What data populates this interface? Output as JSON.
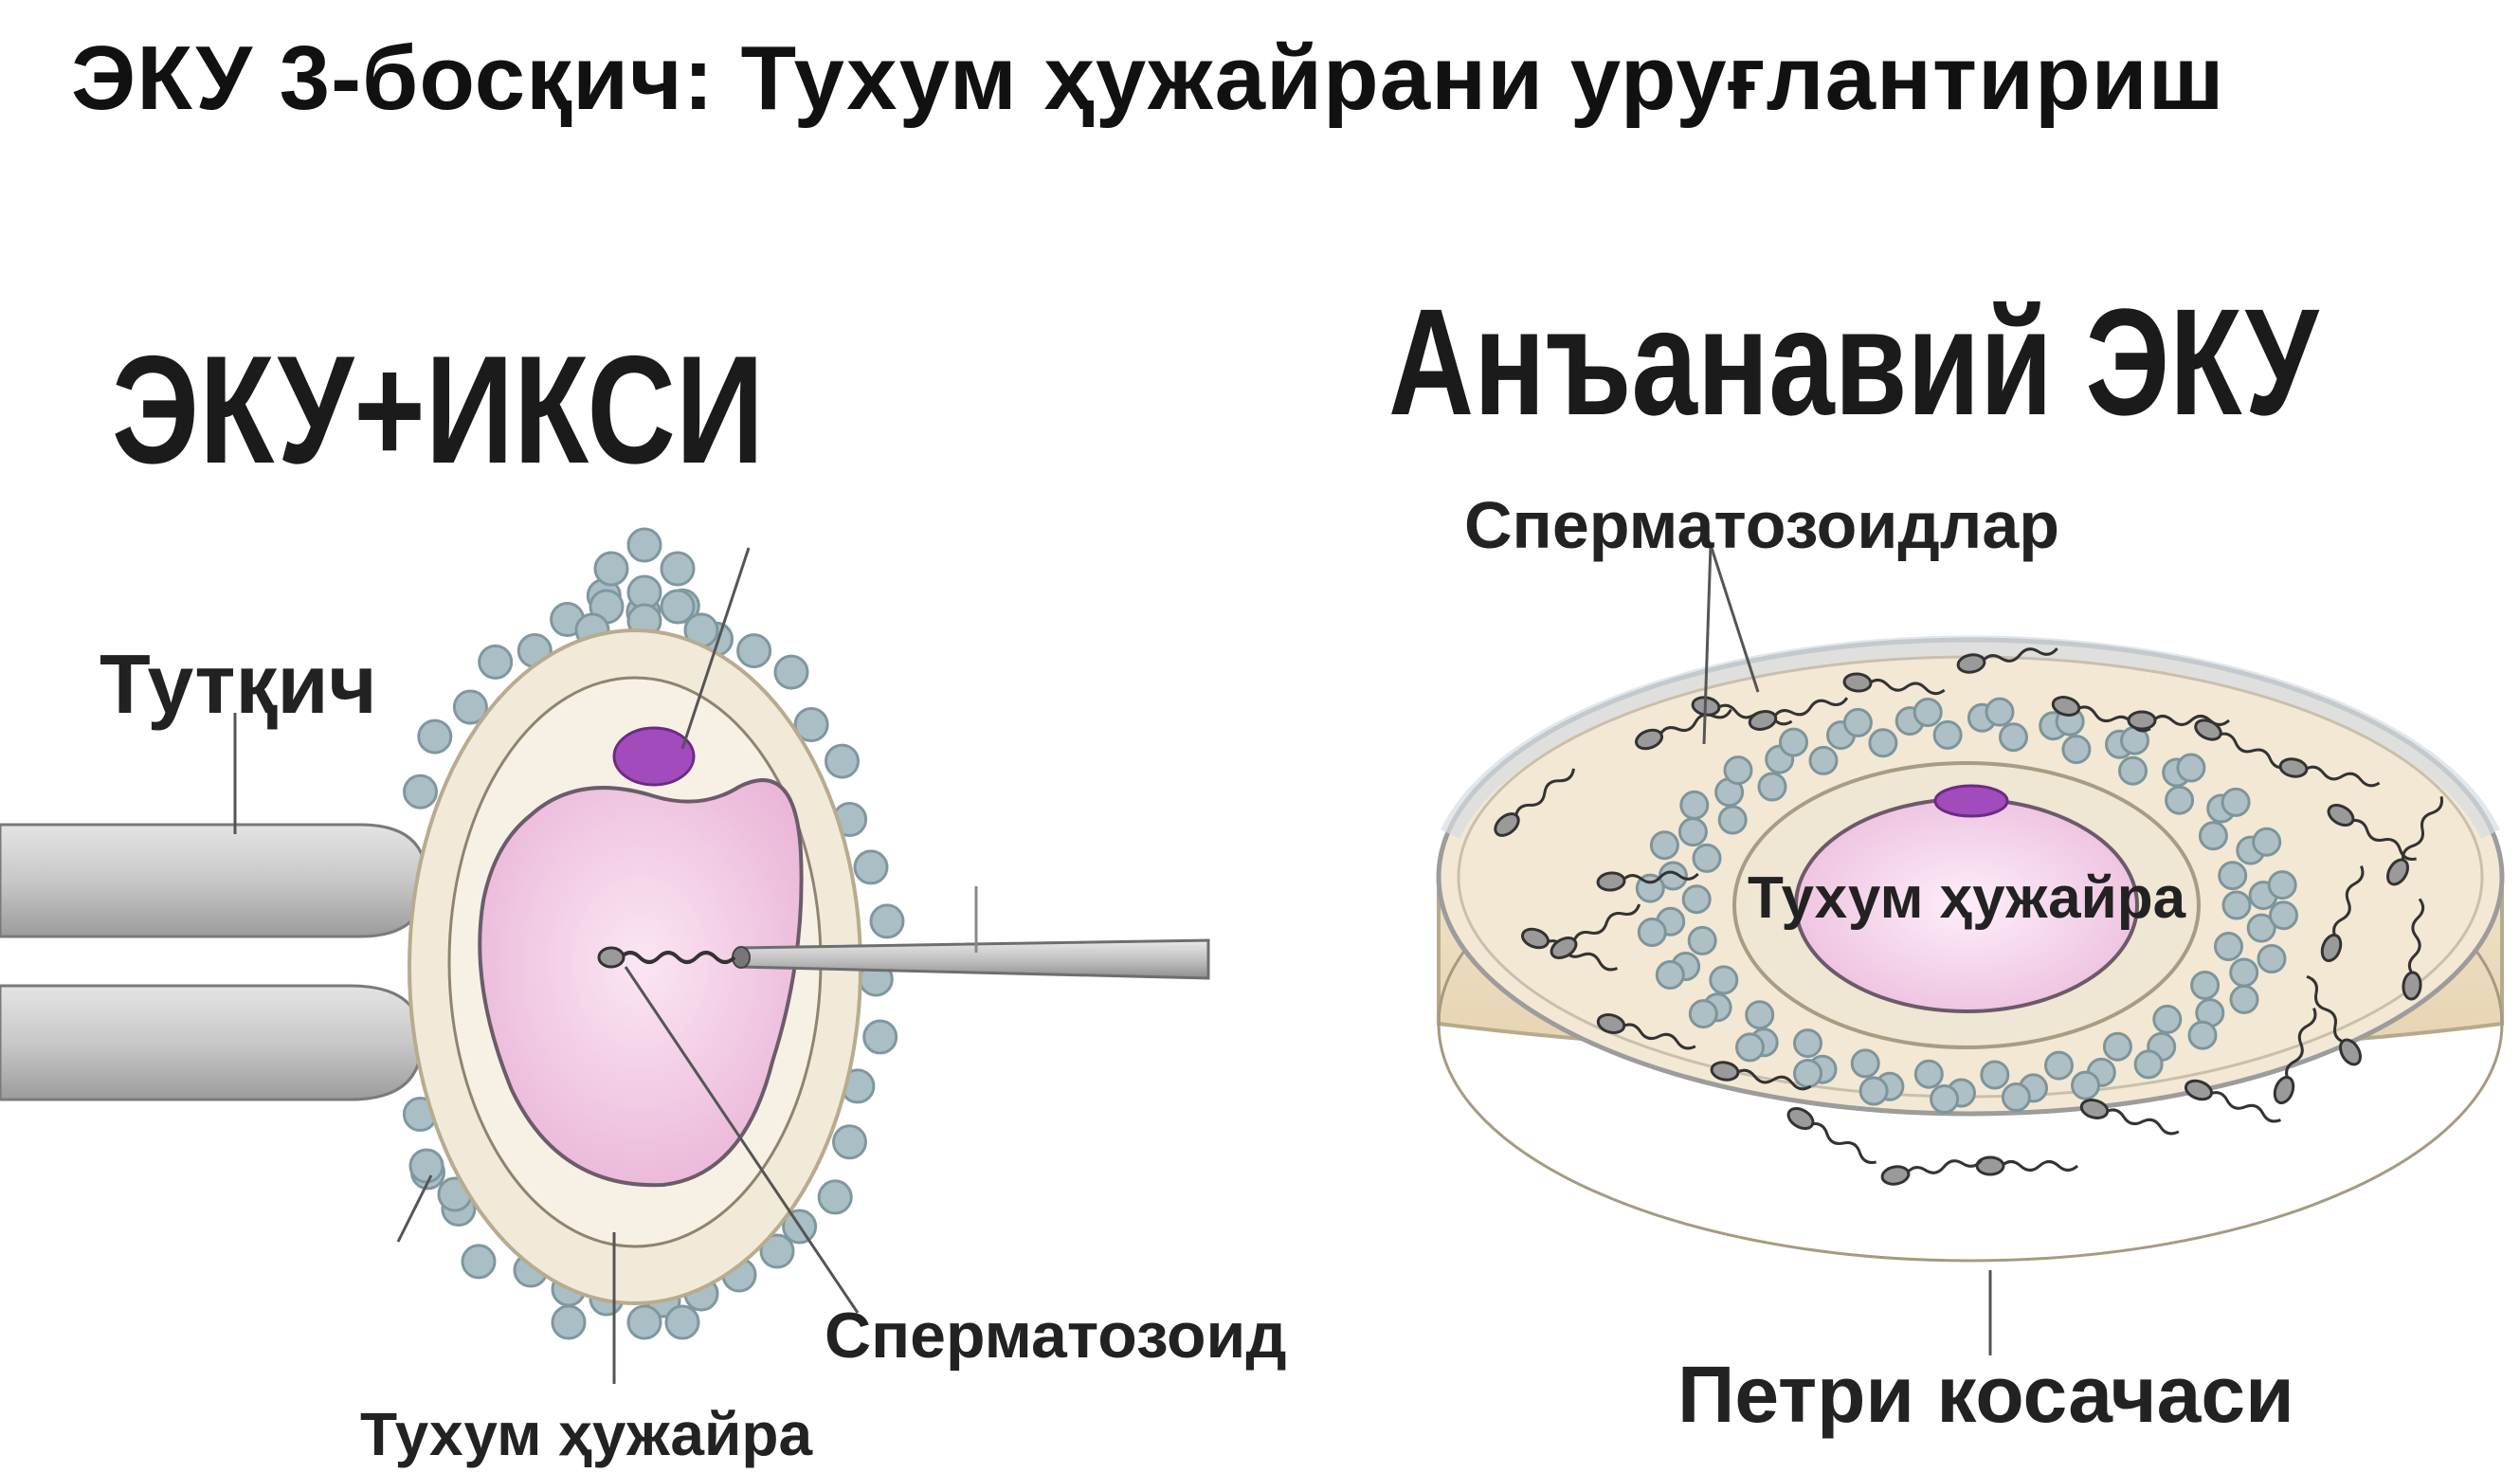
{
  "title": "ЭКУ 3-босқич: Тухум ҳужайрани уруғлантириш",
  "panels": {
    "icsi": {
      "heading": "ЭКУ+ИКСИ",
      "labels": {
        "holder": "Тутқич",
        "sperm": "Сперматозоид",
        "egg": "Тухум ҳужайра"
      }
    },
    "conventional": {
      "heading": "Анъанавий ЭКУ",
      "labels": {
        "sperm_cells": "Сперматозоидлар",
        "egg": "Тухум ҳужайра",
        "dish": "Петри косачаси"
      }
    }
  },
  "colors": {
    "cytoplasm": "#f2c6e2",
    "zona": "#f1e9d8",
    "cumulus": "#a6bcc2",
    "nucleus": "#a24bbd",
    "pipette": "#c9c9c9",
    "dish_fill": "#f3e8d4"
  }
}
